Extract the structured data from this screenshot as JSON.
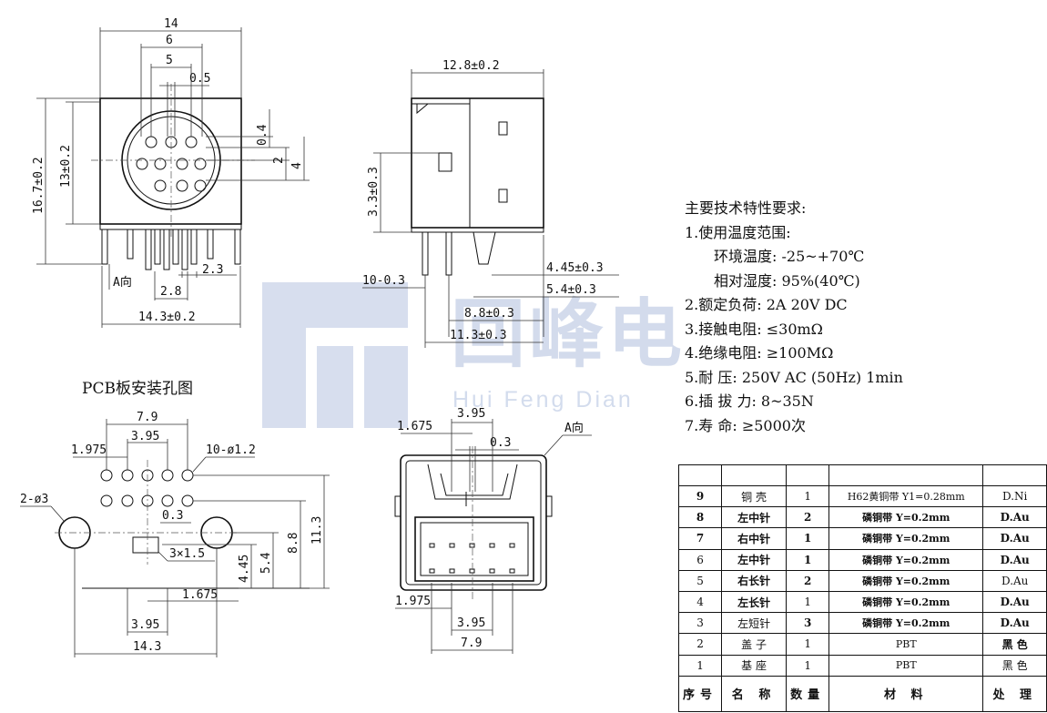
{
  "watermark": {
    "text": "回峰电",
    "subtext": "Hui Feng Dian",
    "logo": "hf-logo-icon"
  },
  "front_view": {
    "dims": {
      "overall_width": "14",
      "pin_span": "6",
      "pin_row": "5",
      "pin_small": "0.5",
      "height": "16.7±0.2",
      "body_height": "13±0.2",
      "v_gap": "0.4",
      "v_2": "2",
      "v_4": "4",
      "foot_gap": "2.3",
      "foot_spacing": "2.8",
      "base_width": "14.3±0.2"
    },
    "arrow_label": "A向"
  },
  "side_view": {
    "dims": {
      "top_width": "12.8±0.2",
      "height": "3.3±0.3",
      "pin_count": "10-0.3",
      "d_445": "4.45±0.3",
      "d_54": "5.4±0.3",
      "d_88": "8.8±0.3",
      "d_113": "11.3±0.3"
    }
  },
  "pcb_layout": {
    "title": "PCB板安装孔图",
    "dims": {
      "w79": "7.9",
      "w395": "3.95",
      "w1975": "1.975",
      "holes": "10-ø1.2",
      "mount": "2-ø3",
      "w03": "0.3",
      "slot": "3×1.5",
      "h113": "11.3",
      "h88": "8.8",
      "h54": "5.4",
      "h445": "4.45",
      "w1675": "1.675",
      "b395": "3.95",
      "b143": "14.3"
    }
  },
  "a_view": {
    "dims": {
      "t1675": "1.675",
      "t395": "3.95",
      "t03": "0.3",
      "b1975": "1.975",
      "b395": "3.95",
      "b79": "7.9"
    },
    "arrow_label": "A向"
  },
  "specs": {
    "heading": "主要技术特性要求:",
    "items": [
      "1.使用温度范围:",
      "环境温度: -25~+70℃",
      "相对湿度: 95%(40℃)",
      "2.额定负荷: 2A 20V DC",
      "3.接触电阻: ≤30mΩ",
      "4.绝缘电阻: ≥100MΩ",
      "5.耐    压: 250V AC (50Hz) 1min",
      "6.插 拔 力: 8~35N",
      "7.寿    命: ≥5000次"
    ]
  },
  "bom": {
    "rows": [
      {
        "no": "9",
        "name": "铜 壳",
        "qty": "1",
        "material": "H62黄铜带 Y1=0.28mm",
        "finish": "D.Ni"
      },
      {
        "no": "8",
        "name": "左中针",
        "qty": "2",
        "material": "磷铜带 Y=0.2mm",
        "finish": "D.Au"
      },
      {
        "no": "7",
        "name": "右中针",
        "qty": "1",
        "material": "磷铜带 Y=0.2mm",
        "finish": "D.Au"
      },
      {
        "no": "6",
        "name": "左中针",
        "qty": "1",
        "material": "磷铜带 Y=0.2mm",
        "finish": "D.Au"
      },
      {
        "no": "5",
        "name": "右长针",
        "qty": "2",
        "material": "磷铜带 Y=0.2mm",
        "finish": "D.Au"
      },
      {
        "no": "4",
        "name": "左长针",
        "qty": "1",
        "material": "磷铜带 Y=0.2mm",
        "finish": "D.Au"
      },
      {
        "no": "3",
        "name": "左短针",
        "qty": "3",
        "material": "磷铜带 Y=0.2mm",
        "finish": "D.Au"
      },
      {
        "no": "2",
        "name": "盖 子",
        "qty": "1",
        "material": "PBT",
        "finish": "黑 色"
      },
      {
        "no": "1",
        "name": "基 座",
        "qty": "1",
        "material": "PBT",
        "finish": "黑 色"
      }
    ],
    "header": {
      "no": "序号",
      "name": "名 称",
      "qty": "数量",
      "material": "材 料",
      "finish": "处 理"
    }
  }
}
